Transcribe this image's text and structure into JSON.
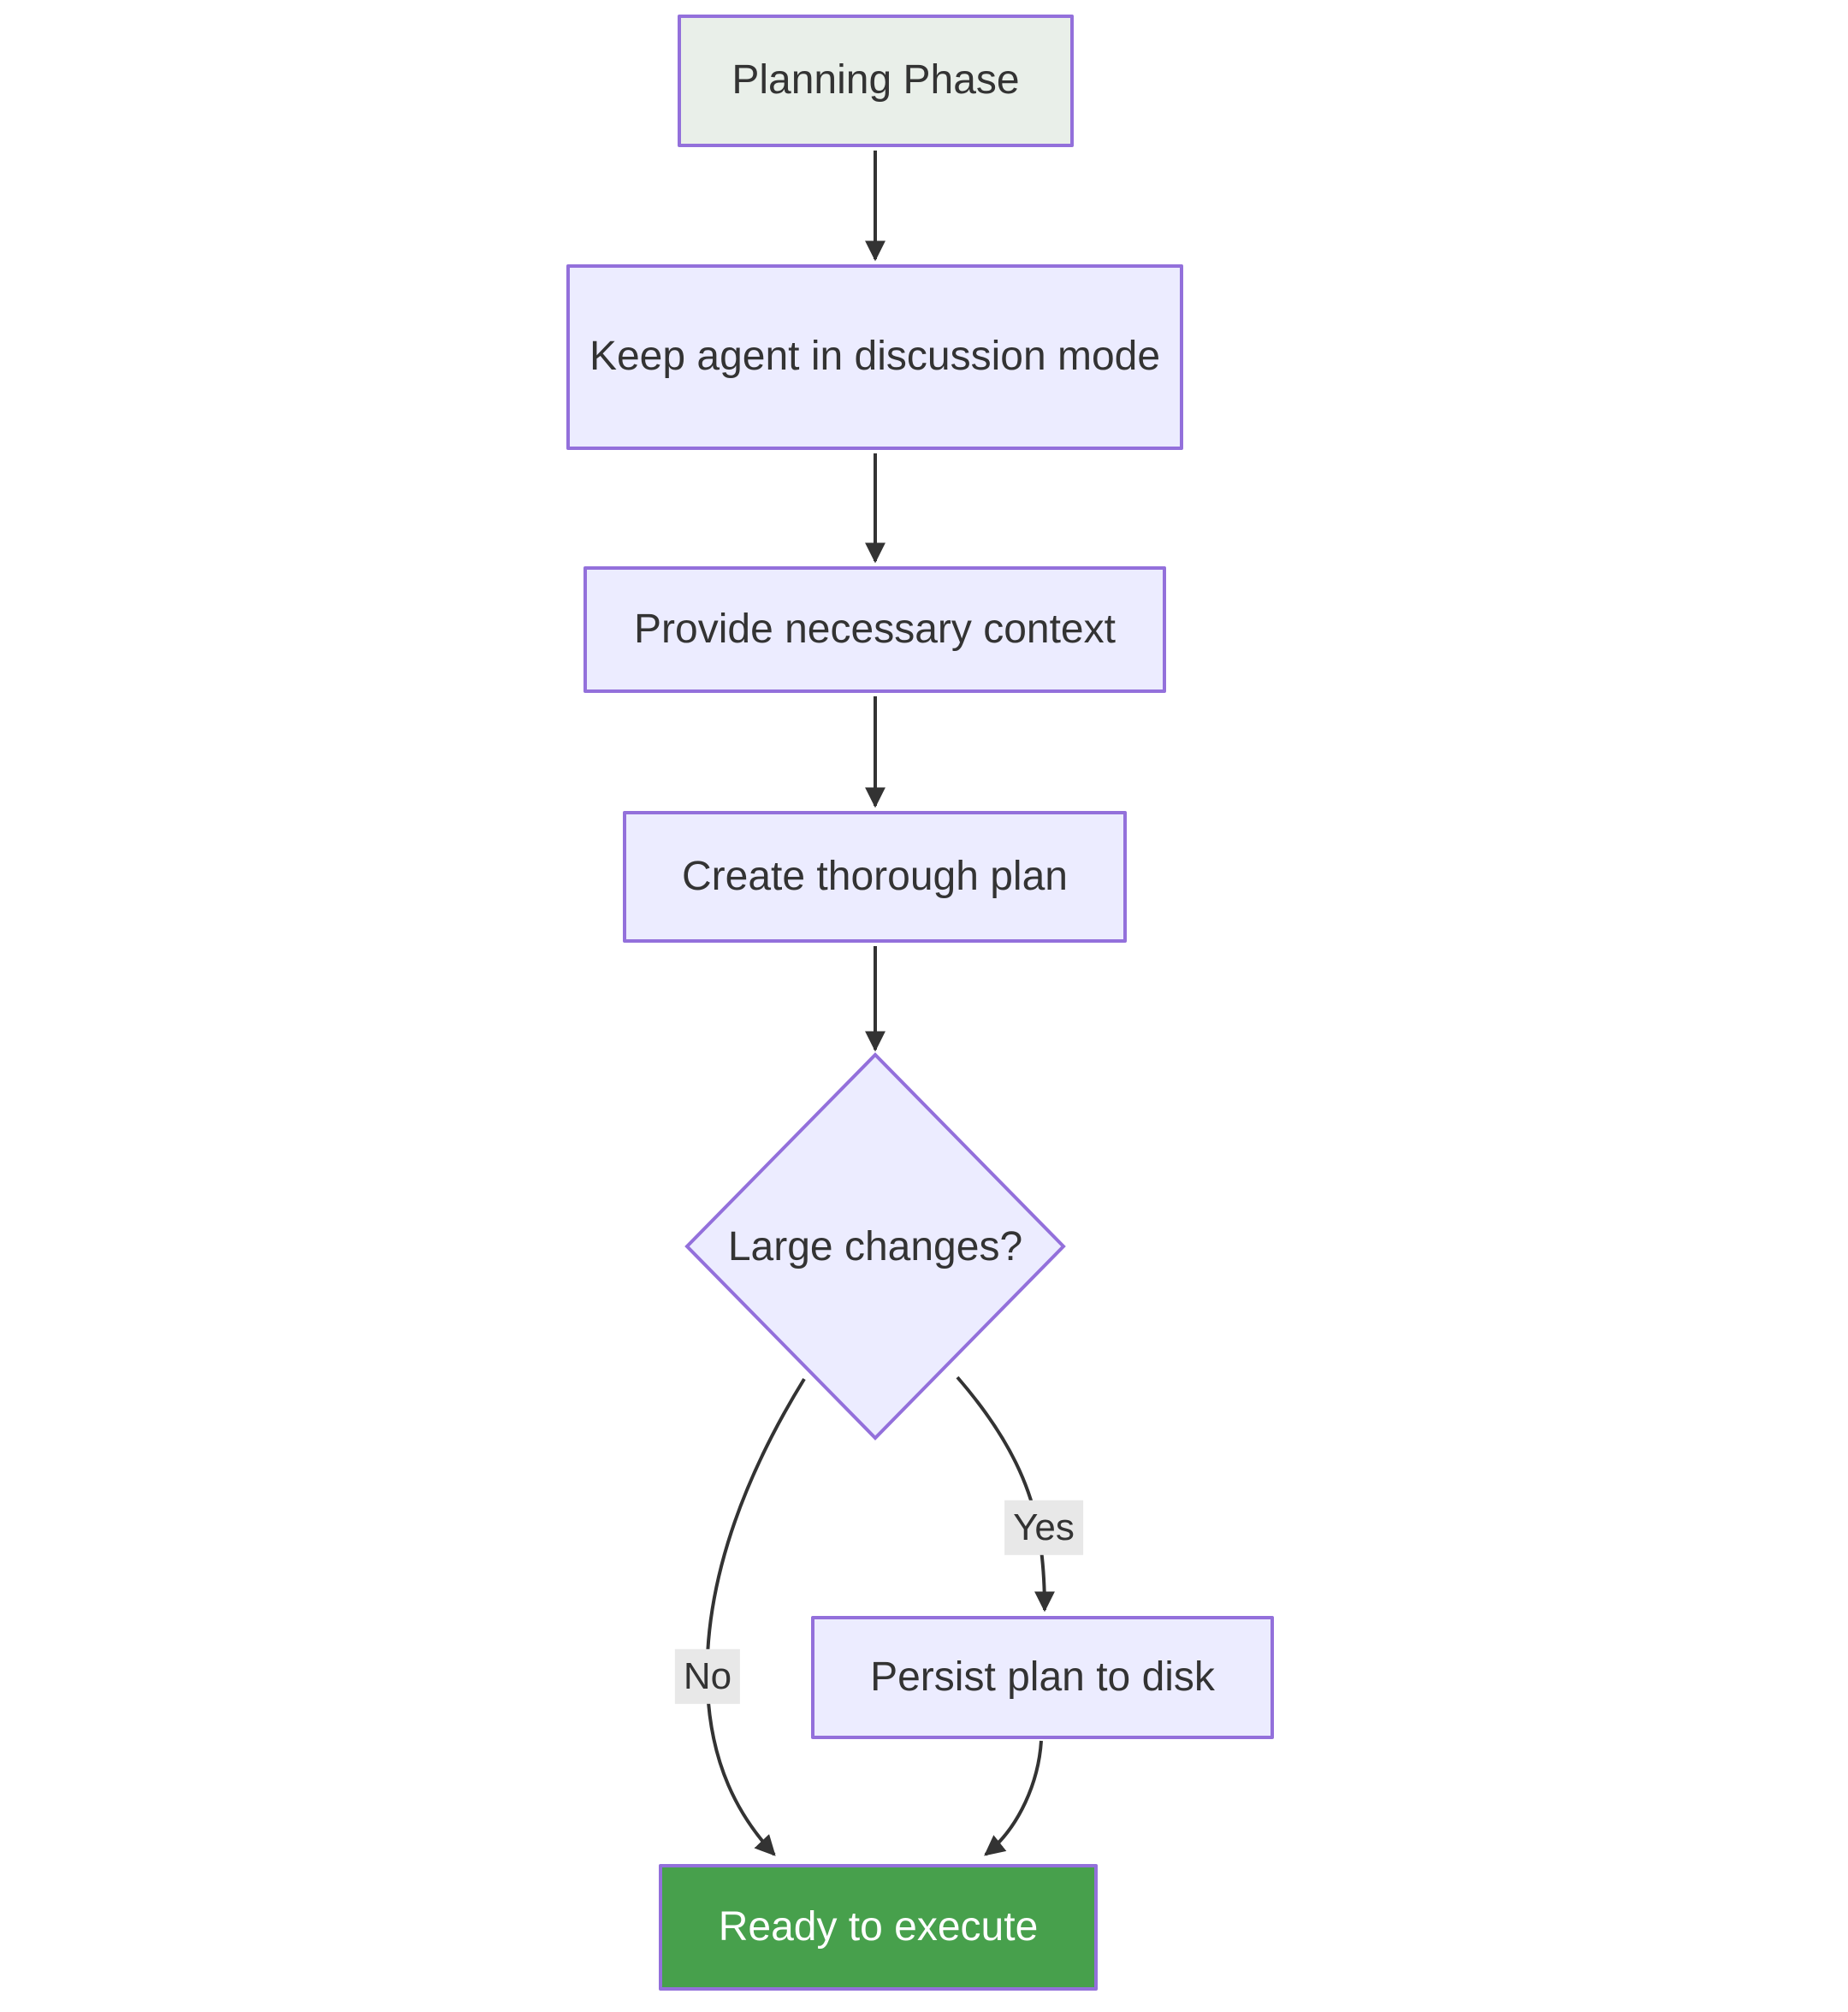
{
  "diagram": {
    "type": "flowchart",
    "direction": "top-down",
    "nodes": [
      {
        "id": "start",
        "label": "Planning Phase",
        "shape": "rect",
        "kind": "start"
      },
      {
        "id": "discussion",
        "label": "Keep agent in discussion mode",
        "shape": "rect",
        "kind": "process"
      },
      {
        "id": "context",
        "label": "Provide necessary context",
        "shape": "rect",
        "kind": "process"
      },
      {
        "id": "plan",
        "label": "Create thorough plan",
        "shape": "rect",
        "kind": "process"
      },
      {
        "id": "decision",
        "label": "Large changes?",
        "shape": "diamond",
        "kind": "decision"
      },
      {
        "id": "persist",
        "label": "Persist plan to disk",
        "shape": "rect",
        "kind": "process"
      },
      {
        "id": "ready",
        "label": "Ready to execute",
        "shape": "rect",
        "kind": "terminal"
      }
    ],
    "edges": [
      {
        "from": "start",
        "to": "discussion",
        "label": ""
      },
      {
        "from": "discussion",
        "to": "context",
        "label": ""
      },
      {
        "from": "context",
        "to": "plan",
        "label": ""
      },
      {
        "from": "plan",
        "to": "decision",
        "label": ""
      },
      {
        "from": "decision",
        "to": "ready",
        "label": "No"
      },
      {
        "from": "decision",
        "to": "persist",
        "label": "Yes"
      },
      {
        "from": "persist",
        "to": "ready",
        "label": ""
      }
    ],
    "colors": {
      "background": "#FFFFFF",
      "node_fill": "#ECECFF",
      "node_border": "#9370DB",
      "start_fill": "#E9EFE9",
      "ready_fill": "#47A04C",
      "ready_text": "#FFFFFF",
      "edge": "#333333",
      "text": "#333333",
      "label_bg": "#E8E8E8"
    }
  }
}
